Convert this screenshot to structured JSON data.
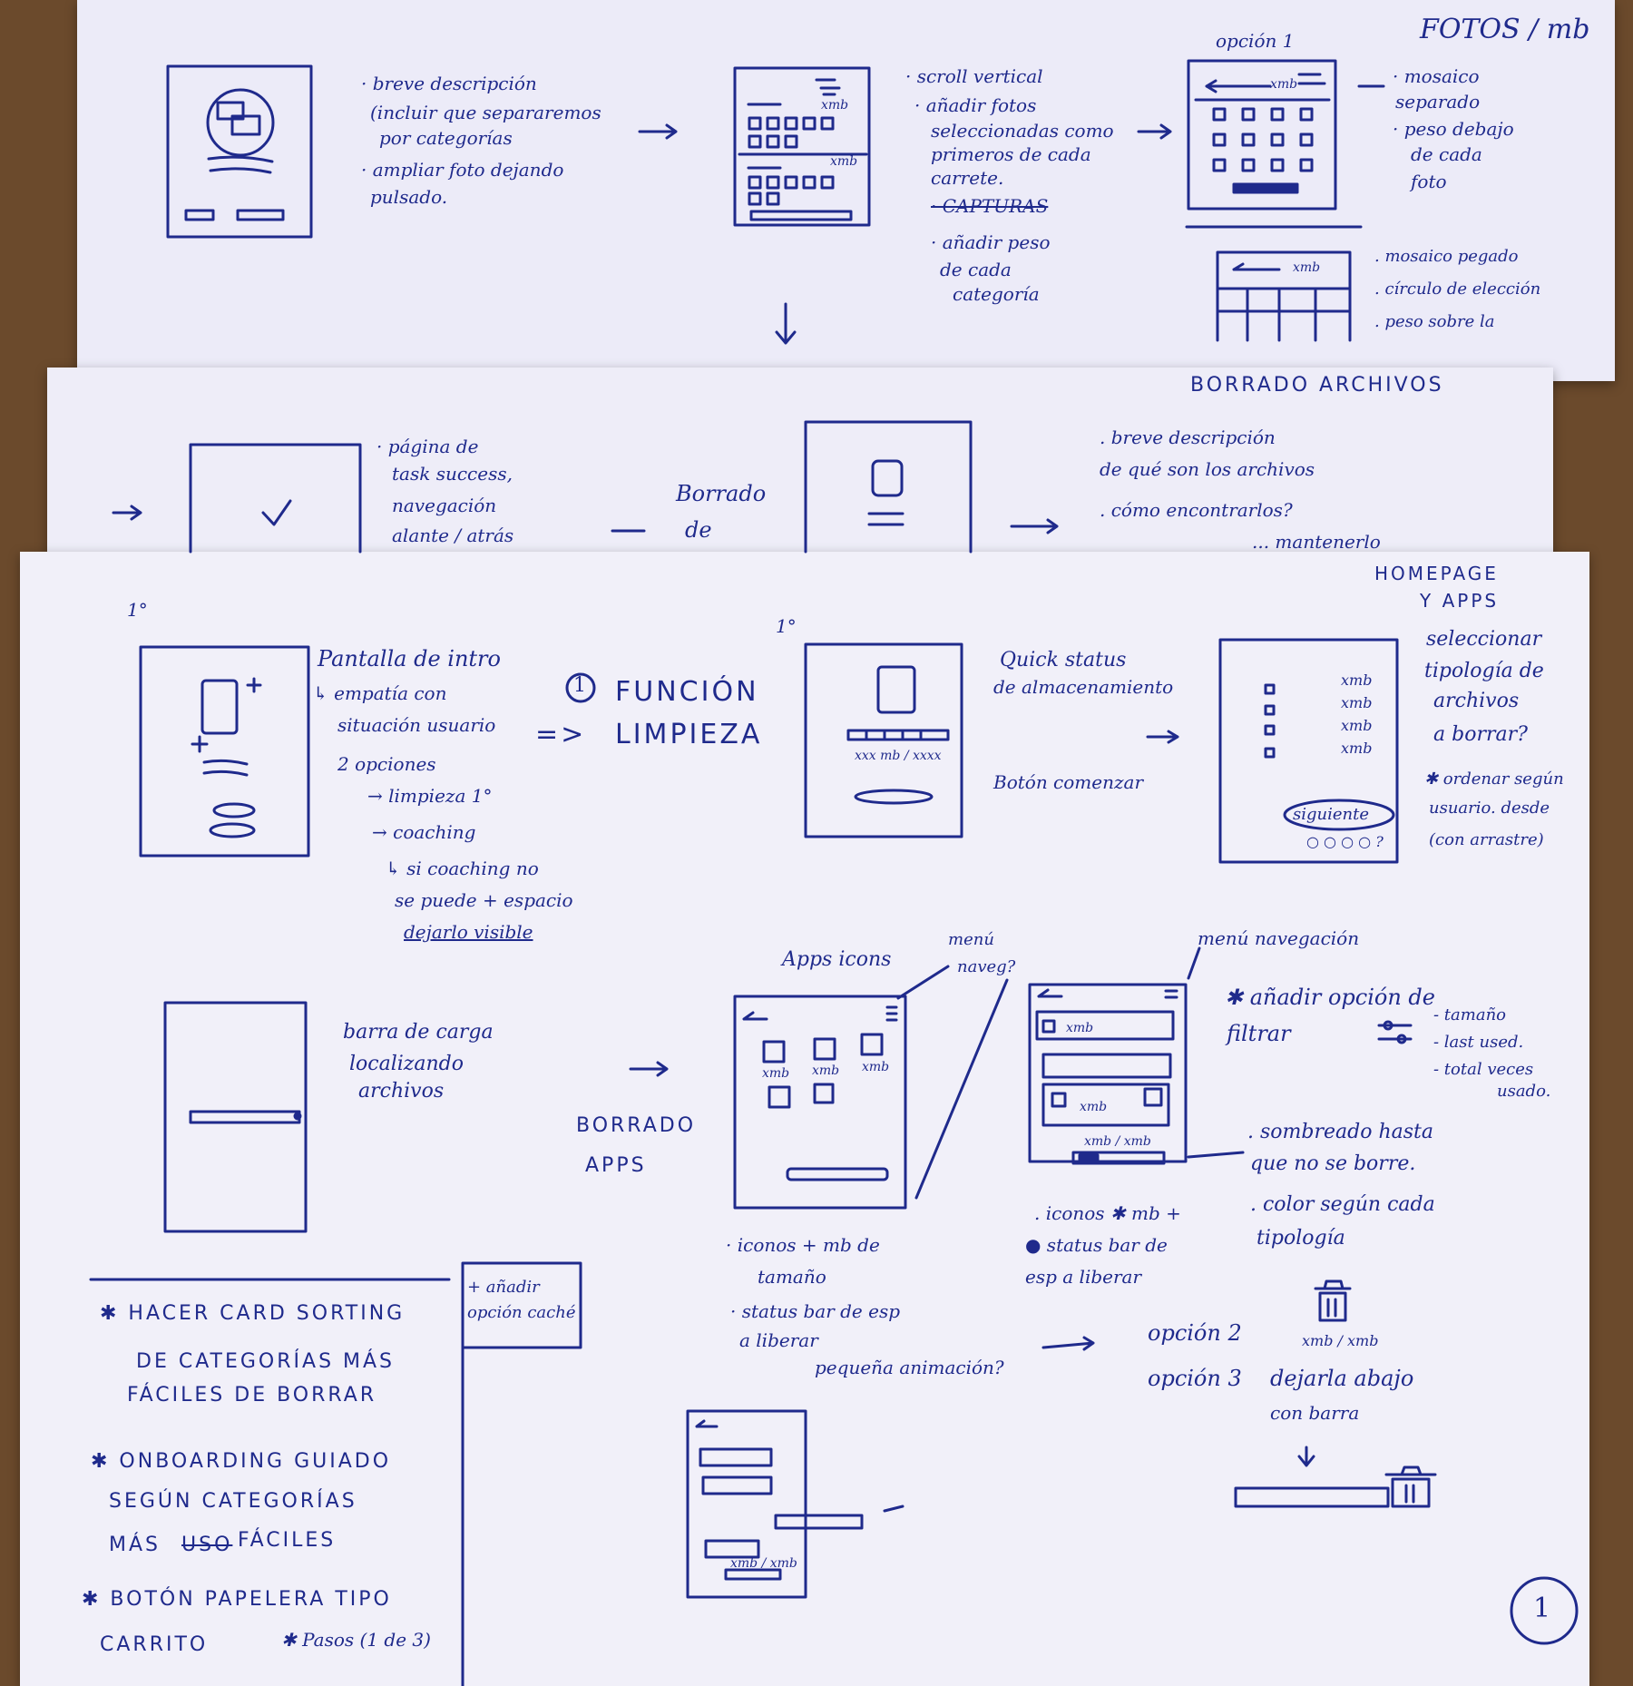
{
  "sheet1": {
    "title": "FOTOS / mb",
    "option1_label": "opción 1",
    "notes_intro": [
      "· breve descripción",
      "(incluir que separaremos",
      "por categorías",
      "· ampliar foto dejando",
      "pulsado."
    ],
    "notes_middle": [
      "· scroll vertical",
      "· añadir fotos",
      "seleccionadas como",
      "primeros de cada",
      "carrete.",
      "· CAPTURAS",
      "· añadir peso",
      "de cada",
      "categoría"
    ],
    "notes_opt1": [
      "· mosaico",
      "separado",
      "· peso debajo",
      "de cada",
      "foto"
    ],
    "notes_opt2": [
      ". mosaico pegado",
      ". círculo de elección",
      ". peso sobre la"
    ],
    "wire_label_xmb": "xmb"
  },
  "sheet2": {
    "title": "BORRADO ARCHIVOS",
    "notes_success": [
      "· página de",
      "task success,",
      "navegación",
      "alante / atrás"
    ],
    "borrado_label": [
      "Borrado",
      "de"
    ],
    "notes_files": [
      ". breve descripción",
      "de qué son los archivos",
      ". cómo encontrarlos?",
      "... mantenerlo"
    ]
  },
  "sheet3": {
    "title": [
      "HOMEPAGE",
      "Y APPS"
    ],
    "page_number": "1",
    "intro_notes": [
      "Pantalla de intro",
      "↳ empatía con",
      "situación usuario",
      "2 opciones",
      "→ limpieza 1°",
      "→ coaching",
      "↳ si coaching no",
      "se puede + espacio",
      "dejarlo visible"
    ],
    "marker_1": "1°",
    "funcion_title": [
      "FUNCIÓN",
      "LIMPIEZA"
    ],
    "funcion_num": "1",
    "arrow_double": "=>",
    "quick_status": [
      "Quick status",
      "de almacenamiento"
    ],
    "boton_comenzar": "Botón comenzar",
    "storage_text": "xxx mb / xxxx",
    "select_notes": [
      "seleccionar",
      "tipología de",
      "archivos",
      "a borrar?",
      "✱ ordenar según",
      "usuario. desde",
      "(con arrastre)"
    ],
    "select_rows": [
      "xmb",
      "xmb",
      "xmb",
      "xmb"
    ],
    "siguiente": "siguiente",
    "dots": "○ ○ ○ ○ ?",
    "barra_carga": [
      "barra de carga",
      "localizando",
      "archivos"
    ],
    "borrado_apps": [
      "BORRADO",
      "APPS"
    ],
    "apps_icons": "Apps icons",
    "menu_nav_small": [
      "menú",
      "naveg?"
    ],
    "menu_navegacion": "menú navegación",
    "apps_grid_labels": [
      "xmb",
      "xmb",
      "xmb"
    ],
    "apps_notes": [
      "· iconos + mb de",
      "tamaño",
      "· status bar de esp",
      "a liberar"
    ],
    "list_notes": [
      ". iconos ✱ mb +",
      "● status bar de",
      "esp a liberar"
    ],
    "filter_notes": [
      "✱ añadir opción de",
      "filtrar",
      "- tamaño",
      "- last used.",
      "- total veces",
      "usado."
    ],
    "list_bar_text": "xmb / xmb",
    "list_row_text": "xmb",
    "sombreado_notes": [
      ". sombreado hasta",
      "que no se borre.",
      ". color según cada",
      "tipología"
    ],
    "animacion": "pequeña animación?",
    "opcion2": "opción 2",
    "opcion2_sub": "xmb / xmb",
    "opcion3": [
      "opción 3",
      "dejarla abajo",
      "con barra"
    ],
    "box_note": [
      "+ añadir",
      "opción caché"
    ],
    "bottom_notes": [
      "✱ HACER CARD SORTING",
      "DE CATEGORÍAS MÁS",
      "FÁCILES DE BORRAR",
      "✱ ONBOARDING GUIADO",
      "SEGÚN CATEGORÍAS",
      "MÁS",
      "FÁCILES",
      "✱ BOTÓN PAPELERA TIPO",
      "CARRITO"
    ],
    "bottom_strike": "USO",
    "pasos": "✱ Pasos (1 de 3)",
    "mini_bar_text": "xmb / xmb"
  },
  "colors": {
    "paper": "#ecebf8",
    "ink": "#1f2a8c",
    "background": "#6b4a2c"
  }
}
